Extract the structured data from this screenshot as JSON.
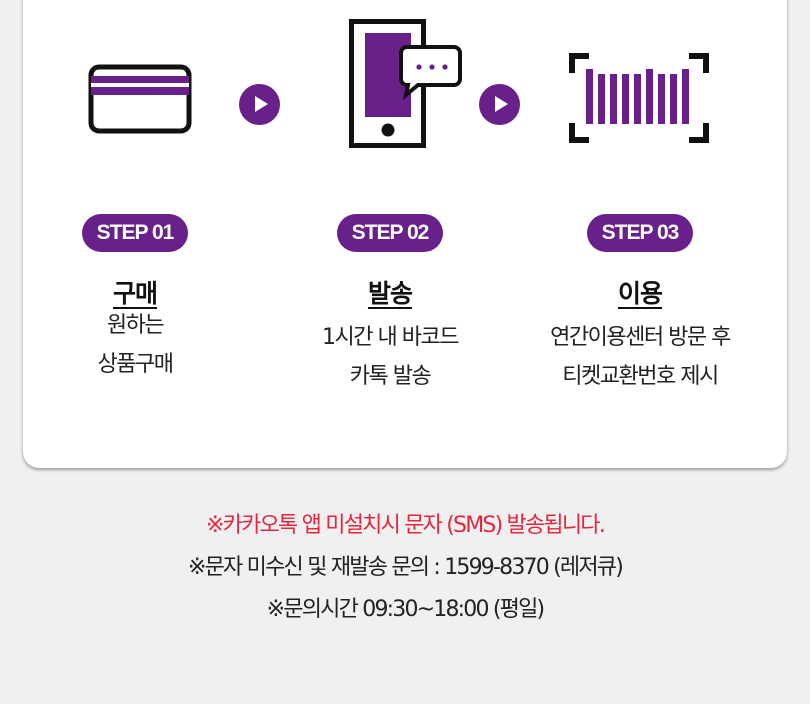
{
  "colors": {
    "accent": "#68208a",
    "warning": "#e8273f",
    "background": "#f0f0f0"
  },
  "icons": [
    {
      "name": "credit-card-icon"
    },
    {
      "name": "play-arrow-icon"
    },
    {
      "name": "phone-message-icon"
    },
    {
      "name": "play-arrow-icon"
    },
    {
      "name": "barcode-scan-icon"
    }
  ],
  "steps": [
    {
      "badge": "STEP 01",
      "title": "구매",
      "desc": [
        "원하는",
        "상품구매"
      ]
    },
    {
      "badge": "STEP 02",
      "title": "발송",
      "desc": [
        "1시간 내 바코드",
        "카톡 발송"
      ]
    },
    {
      "badge": "STEP 03",
      "title": "이용",
      "desc": [
        "연간이용센터 방문 후",
        "티켓교환번호 제시"
      ]
    }
  ],
  "notes": [
    "※카카오톡 앱 미설치시 문자 (SMS) 발송됩니다.",
    "※문자 미수신 및 재발송 문의 : 1599-8370 (레저큐)",
    "※문의시간 09:30~18:00 (평일)"
  ]
}
